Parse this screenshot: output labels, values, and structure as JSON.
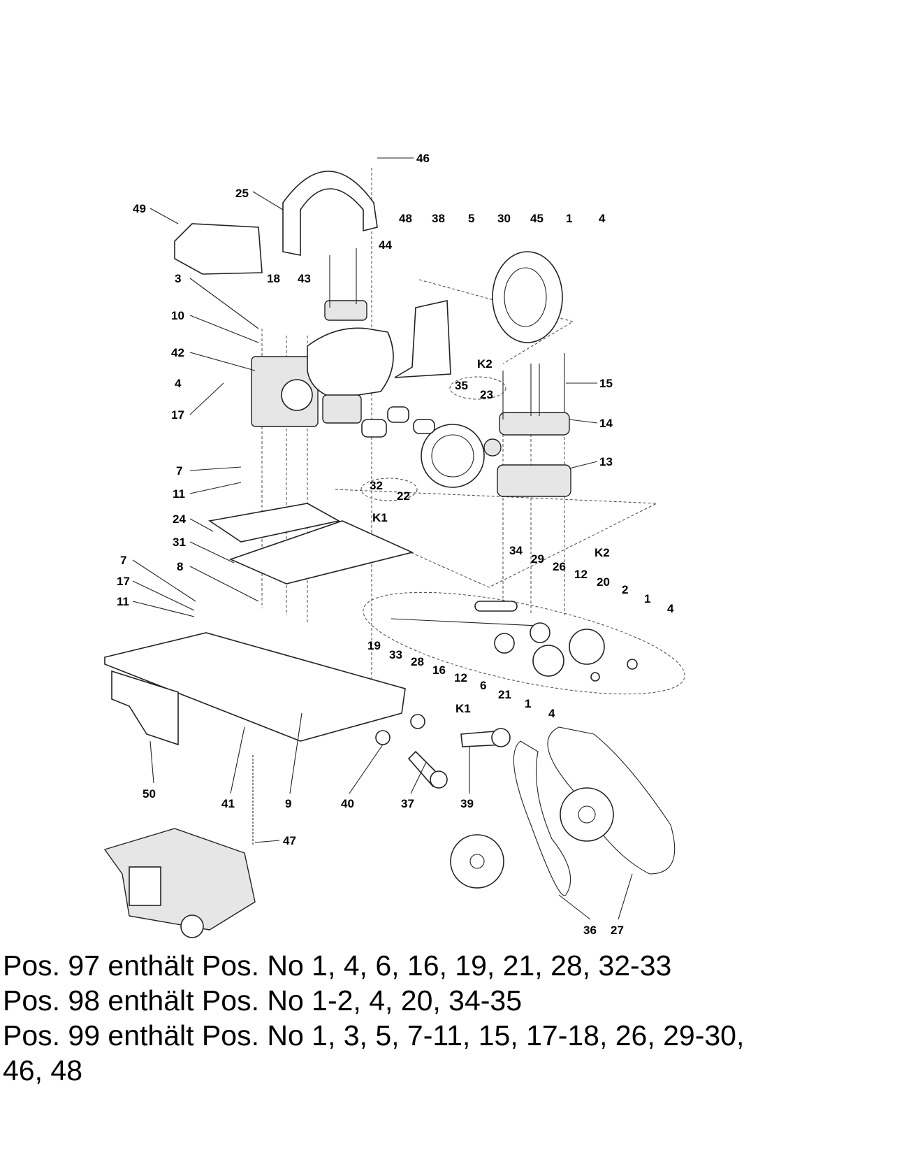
{
  "diagram": {
    "title": "Exploded parts diagram - drive unit",
    "labels": [
      "46",
      "25",
      "49",
      "48",
      "38",
      "5",
      "30",
      "45",
      "1",
      "4",
      "44",
      "3",
      "18",
      "43",
      "10",
      "42",
      "K2",
      "4",
      "15",
      "35",
      "23",
      "17",
      "14",
      "13",
      "7",
      "11",
      "32",
      "22",
      "K1",
      "24",
      "31",
      "34",
      "K2",
      "29",
      "7",
      "8",
      "26",
      "12",
      "20",
      "17",
      "2",
      "1",
      "4",
      "11",
      "19",
      "33",
      "28",
      "16",
      "12",
      "6",
      "21",
      "1",
      "4",
      "K1",
      "50",
      "41",
      "9",
      "40",
      "37",
      "39",
      "47",
      "36",
      "27"
    ]
  },
  "notes": [
    "Pos. 97 enthält Pos. No 1, 4, 6, 16, 19, 21, 28, 32-33",
    "Pos. 98 enthält Pos. No 1-2, 4, 20, 34-35",
    "Pos. 99 enthält Pos. No 1, 3, 5, 7-11, 15, 17-18, 26, 29-30,",
    "46, 48"
  ]
}
